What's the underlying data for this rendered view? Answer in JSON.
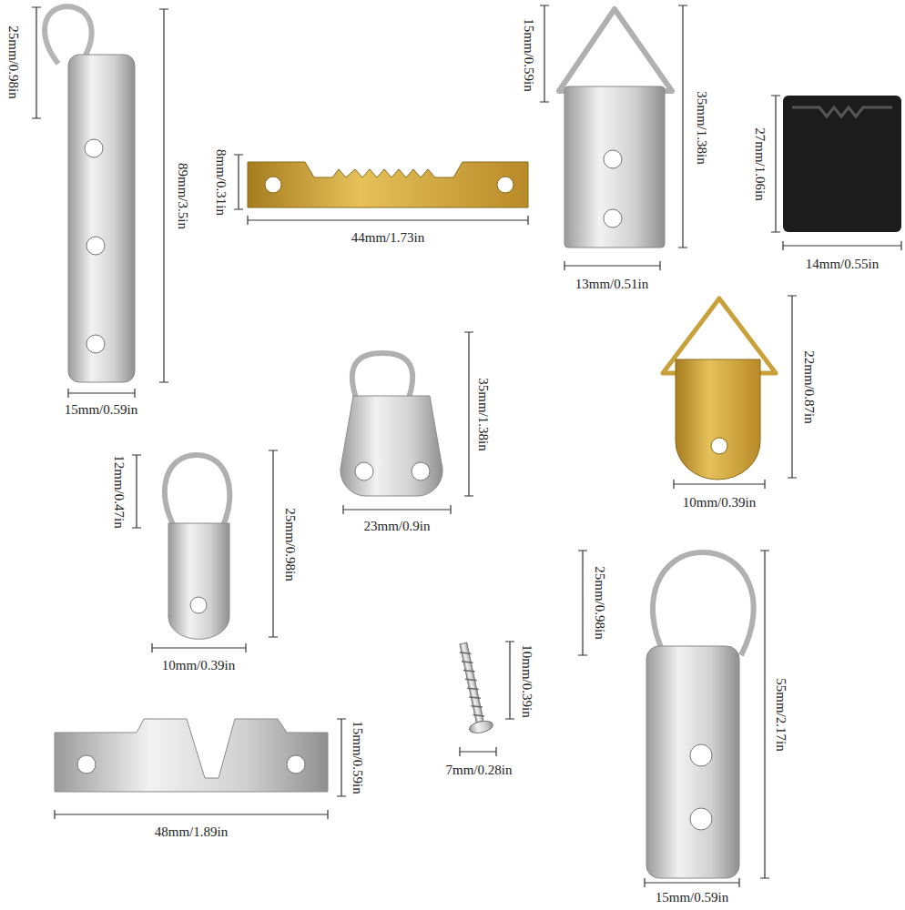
{
  "diagram": {
    "labels": [
      "25mm/0.98in",
      "89mm/3.5in",
      "15mm/0.59in",
      "8mm/0.31in",
      "44mm/1.73in",
      "15mm/0.59in",
      "35mm/1.38in",
      "13mm/0.51in",
      "27mm/1.06in",
      "14mm/0.55in",
      "35mm/1.38in",
      "23mm/0.9in",
      "22mm/0.87in",
      "10mm/0.39in",
      "12mm/0.47in",
      "25mm/0.98in",
      "10mm/0.39in",
      "10mm/0.39in",
      "7mm/0.28in",
      "25mm/0.98in",
      "55mm/2.17in",
      "15mm/0.59in",
      "48mm/1.89in",
      "15mm/0.59in"
    ]
  }
}
